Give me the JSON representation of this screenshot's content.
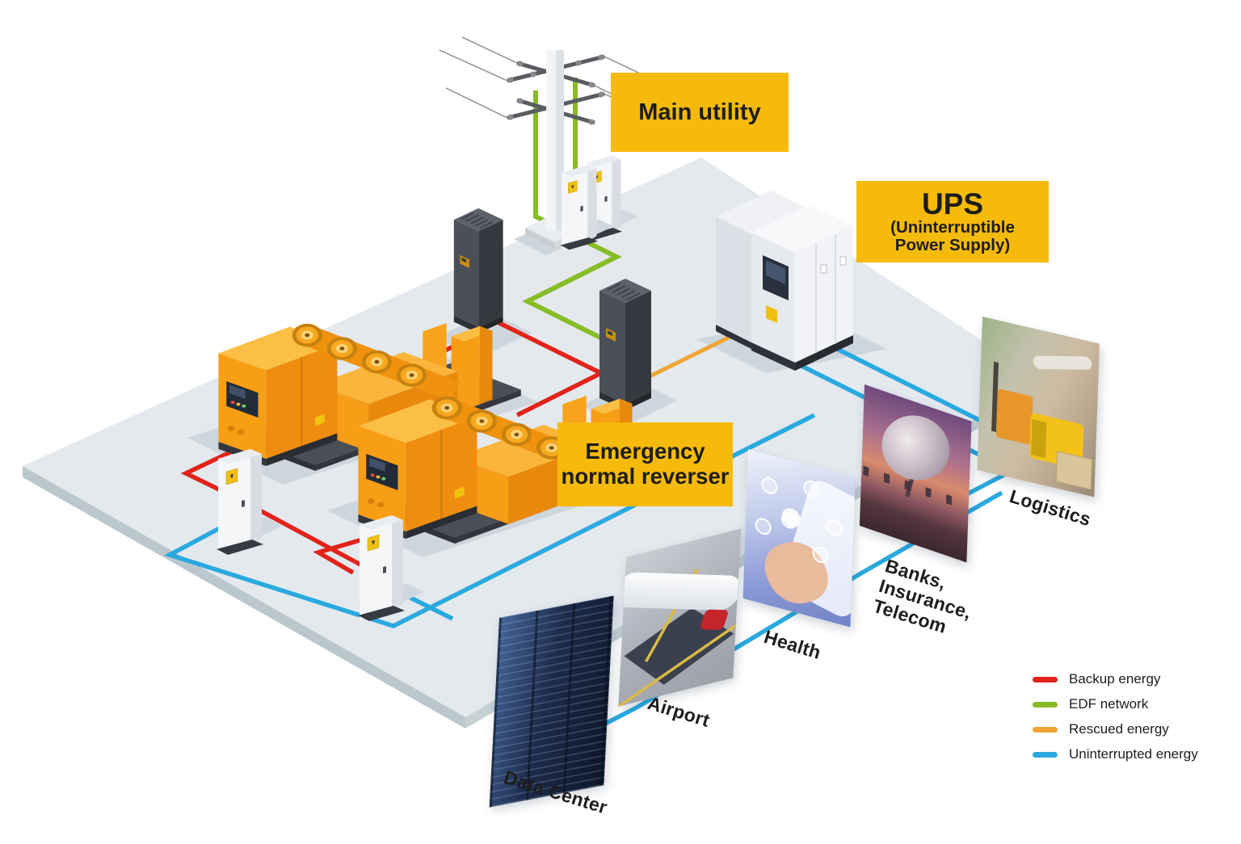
{
  "diagram": {
    "title_labels": {
      "main_utility": "Main utility",
      "ups_title": "UPS",
      "ups_subtitle_line1": "(Uninterruptible",
      "ups_subtitle_line2": "Power Supply)",
      "reverser_line1": "Emergency",
      "reverser_line2": "normal reverser"
    },
    "label_bg_color": "#f6ba0b",
    "sectors": [
      {
        "id": "data-center",
        "label_lines": [
          "Data Center"
        ]
      },
      {
        "id": "airport",
        "label_lines": [
          "Airport"
        ]
      },
      {
        "id": "health",
        "label_lines": [
          "Health"
        ]
      },
      {
        "id": "banks-insurance-telecom",
        "label_lines": [
          "Banks,",
          "Insurance,",
          "Telecom"
        ]
      },
      {
        "id": "logistics",
        "label_lines": [
          "Logistics"
        ]
      }
    ],
    "legend": [
      {
        "label": "Backup energy",
        "color": "#e2231a"
      },
      {
        "label": "EDF network",
        "color": "#86bc25"
      },
      {
        "label": "Rescued energy",
        "color": "#f0a433"
      },
      {
        "label": "Uninterrupted energy",
        "color": "#29a9e0"
      }
    ]
  }
}
